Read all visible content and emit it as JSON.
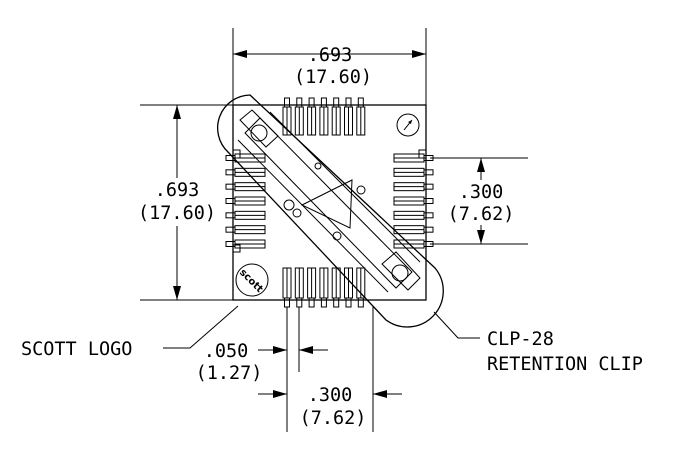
{
  "labels": {
    "top_width_in": ".693",
    "top_width_mm": "(17.60)",
    "left_height_in": ".693",
    "left_height_mm": "(17.60)",
    "right_pitch_in": ".300",
    "right_pitch_mm": "(7.62)",
    "bottom_pitch_in": ".300",
    "bottom_pitch_mm": "(7.62)",
    "lead_pitch_in": ".050",
    "lead_pitch_mm": "(1.27)",
    "logo_callout": "SCOTT LOGO",
    "clip_callout_line1": "CLP-28",
    "clip_callout_line2": "RETENTION CLIP",
    "logo_text": "scott"
  },
  "leads": {
    "per_side": 7
  }
}
